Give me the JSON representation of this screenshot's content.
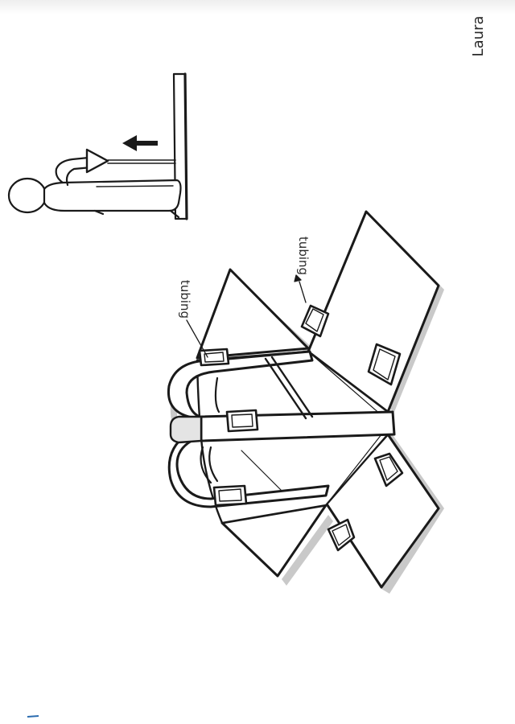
{
  "signature": "Laura",
  "labels": {
    "tubing_left": "tubing",
    "tubing_right": "tubing"
  },
  "colors": {
    "ink": "#1a1a1a",
    "shadow": "#c9c9c9",
    "pen_mark": "#2b6cb0"
  }
}
